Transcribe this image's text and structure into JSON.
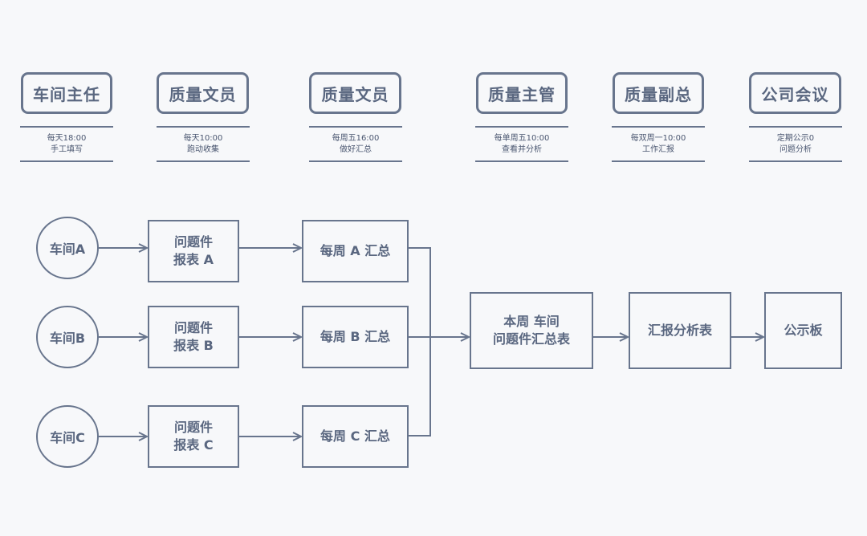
{
  "roles": [
    {
      "title": "车间主任",
      "note_line1": "每天18:00",
      "note_line2": "手工填写"
    },
    {
      "title": "质量文员",
      "note_line1": "每天10:00",
      "note_line2": "跑动收集"
    },
    {
      "title": "质量文员",
      "note_line1": "每周五16:00",
      "note_line2": "做好汇总"
    },
    {
      "title": "质量主管",
      "note_line1": "每单周五10:00",
      "note_line2": "查看并分析"
    },
    {
      "title": "质量副总",
      "note_line1": "每双周一10:00",
      "note_line2": "工作汇报"
    },
    {
      "title": "公司会议",
      "note_line1": "定期公示0",
      "note_line2": "问题分析"
    }
  ],
  "workshops": [
    "车间A",
    "车间B",
    "车间C"
  ],
  "reports": [
    {
      "line1": "问题件",
      "line2": "报表 A"
    },
    {
      "line1": "问题件",
      "line2": "报表 B"
    },
    {
      "line1": "问题件",
      "line2": "报表 C"
    }
  ],
  "weekly": [
    "每周 A 汇总",
    "每周 B 汇总",
    "每周 C 汇总"
  ],
  "summary": {
    "line1": "本周 车间",
    "line2": "问题件汇总表"
  },
  "analysis": "汇报分析表",
  "board": "公示板",
  "colors": {
    "stroke": "#68758d",
    "text": "#5a6780",
    "background": "#f7f8fa"
  }
}
